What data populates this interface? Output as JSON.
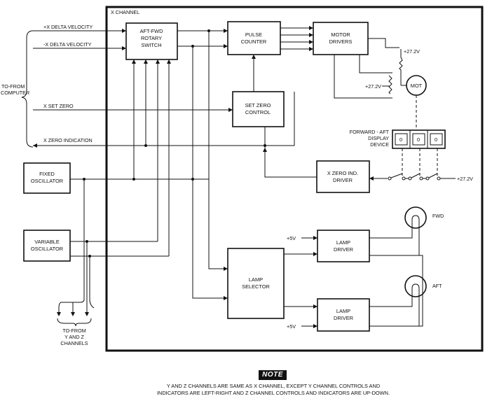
{
  "frame_title": "X CHANNEL",
  "external": {
    "computer": [
      "TO-FROM",
      "COMPUTER"
    ],
    "yz_channels": [
      "TO-FROM",
      "Y AND Z",
      "CHANNELS"
    ]
  },
  "signals": {
    "plus_dv": "+X DELTA VELOCITY",
    "minus_dv": "-X DELTA VELOCITY",
    "set_zero": "X SET ZERO",
    "zero_ind": "X ZERO INDICATION"
  },
  "blocks": {
    "rotary": [
      "AFT-FWD",
      "ROTARY",
      "SWITCH"
    ],
    "pulse": [
      "PULSE",
      "COUNTER"
    ],
    "motor": [
      "MOTOR",
      "DRIVERS"
    ],
    "setzero": [
      "SET ZERO",
      "CONTROL"
    ],
    "fixed_osc": [
      "FIXED",
      "OSCILLATOR"
    ],
    "var_osc": [
      "VARIABLE",
      "OSCILLATOR"
    ],
    "zero_drv": [
      "X ZERO IND.",
      "DRIVER"
    ],
    "lamp_sel": [
      "LAMP",
      "SELECTOR"
    ],
    "lamp_drv1": [
      "LAMP",
      "DRIVER"
    ],
    "lamp_drv2": [
      "LAMP",
      "DRIVER"
    ]
  },
  "display": {
    "label": [
      "FORWARD - AFT",
      "DISPLAY",
      "DEVICE"
    ],
    "digits": [
      "0",
      "0",
      "0"
    ]
  },
  "motor_label": "MOT",
  "voltages": {
    "motor_upper": "+27.2V",
    "motor_lower": "+27.2V",
    "switches": "+27.2V",
    "lamp1": "+5V",
    "lamp2": "+5V"
  },
  "lamps": {
    "fwd": "FWD",
    "aft": "AFT"
  },
  "note": {
    "badge": "NOTE",
    "line1": "Y AND Z CHANNELS ARE SAME AS X CHANNEL, EXCEPT Y CHANNEL CONTROLS AND",
    "line2": "INDICATORS ARE LEFT-RIGHT AND Z CHANNEL CONTROLS AND INDICATORS ARE UP-DOWN."
  }
}
